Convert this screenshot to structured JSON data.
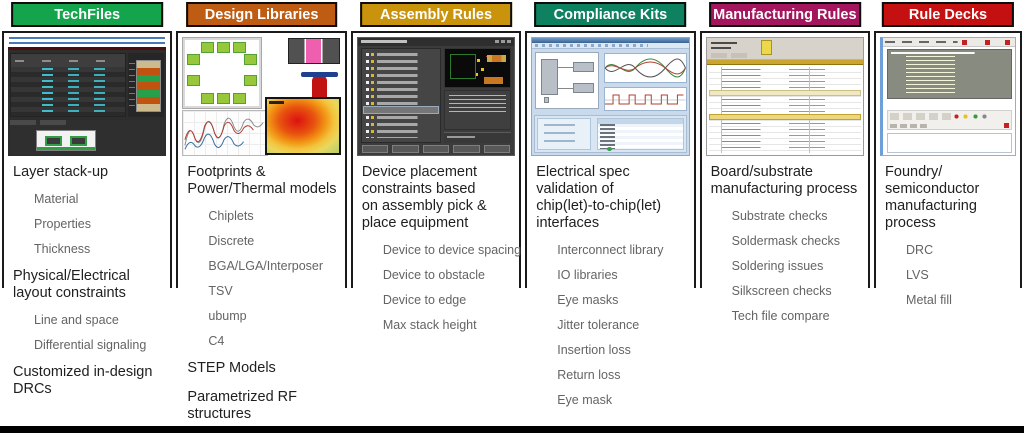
{
  "page": {
    "background": "#ffffff",
    "bottom_bar_color": "#000000"
  },
  "columns": [
    {
      "header": {
        "label": "TechFiles",
        "color": "#14a44b"
      },
      "sections": [
        {
          "title": "Layer stack-up",
          "items": [
            "Material",
            "Properties",
            "Thickness"
          ]
        },
        {
          "title": "Physical/Electrical\nlayout constraints",
          "items": [
            "Line and space",
            "Differential signaling"
          ]
        },
        {
          "title": "Customized in-design\nDRCs",
          "items": []
        }
      ]
    },
    {
      "header": {
        "label": "Design Libraries",
        "color": "#bd5c12"
      },
      "sections": [
        {
          "title": "Footprints &\nPower/Thermal models",
          "items": [
            "Chiplets",
            "Discrete",
            "BGA/LGA/Interposer",
            "TSV",
            "ubump",
            "C4"
          ]
        },
        {
          "title": "STEP Models",
          "items": []
        },
        {
          "title": "Parametrized RF\nstructures",
          "items": []
        }
      ]
    },
    {
      "header": {
        "label": "Assembly Rules",
        "color": "#c9930b"
      },
      "sections": [
        {
          "title": "Device placement\nconstraints based\non assembly pick &\nplace equipment",
          "items": [
            "Device to device spacing",
            "Device to obstacle",
            "Device to edge",
            "Max stack height"
          ]
        }
      ]
    },
    {
      "header": {
        "label": "Compliance Kits",
        "color": "#0e8160"
      },
      "sections": [
        {
          "title": "Electrical spec\nvalidation of\nchip(let)-to-chip(let)\ninterfaces",
          "items": [
            "Interconnect library",
            "IO libraries",
            "Eye masks",
            "Jitter tolerance",
            "Insertion loss",
            "Return loss",
            "Eye mask"
          ]
        }
      ]
    },
    {
      "header": {
        "label": "Manufacturing Rules",
        "color": "#a3155c"
      },
      "sections": [
        {
          "title": "Board/substrate\nmanufacturing process",
          "items": [
            "Substrate checks",
            "Soldermask checks",
            "Soldering issues",
            "Silkscreen checks",
            "Tech file compare"
          ]
        }
      ]
    },
    {
      "header": {
        "label": "Rule Decks",
        "color": "#c41010"
      },
      "sections": [
        {
          "title": "Foundry/\nsemiconductor\nmanufacturing\nprocess",
          "items": [
            "DRC",
            "LVS",
            "Metal fill"
          ]
        }
      ]
    }
  ]
}
